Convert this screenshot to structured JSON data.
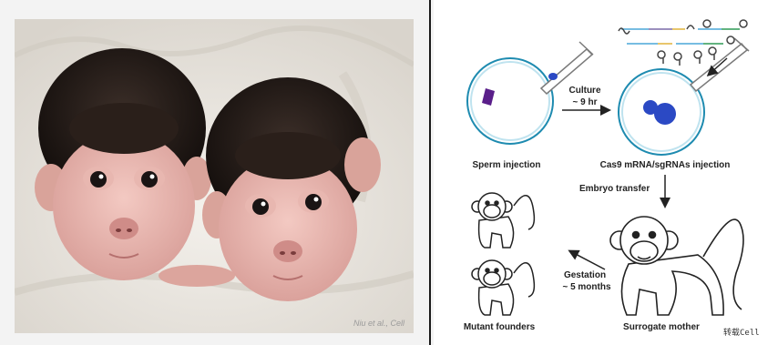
{
  "photo": {
    "credit": "Niu et al., Cell"
  },
  "diagram": {
    "step_sperm_injection": "Sperm injection",
    "step_culture_line1": "Culture",
    "step_culture_line2": "~ 9 hr",
    "step_cas9_injection": "Cas9 mRNA/sgRNAs injection",
    "step_embryo_transfer": "Embryo transfer",
    "step_gestation_line1": "Gestation",
    "step_gestation_line2": "~ 5 months",
    "label_mutant_founders": "Mutant founders",
    "label_surrogate_mother": "Surrogate mother",
    "watermark": "转载Cell"
  },
  "colors": {
    "cell_outline": "#1e8bb0",
    "nucleus": "#2b49c4",
    "sperm": "#5a1f8a",
    "pipette": "#7a7a7a",
    "divider": "#1a1a1a"
  }
}
